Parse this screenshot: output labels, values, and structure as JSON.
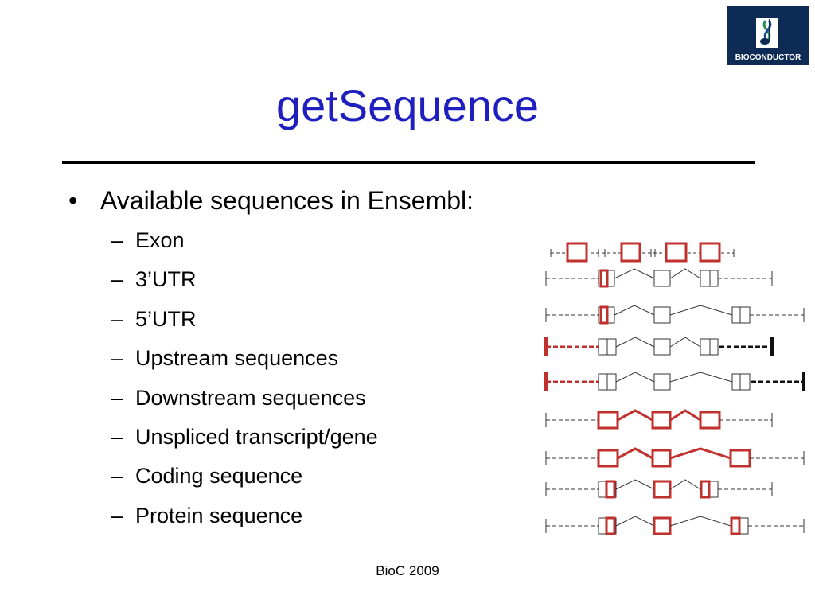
{
  "logo": {
    "text": "BIOCONDUCTOR",
    "icon": "dna-music-note-icon"
  },
  "title": "getSequence",
  "main": {
    "bullet_marker": "•",
    "dash_marker": "–",
    "heading": "Available sequences in Ensembl:",
    "items": [
      "Exon",
      "3’UTR",
      "5’UTR",
      "Upstream sequences",
      "Downstream sequences",
      "Unspliced transcript/gene",
      "Coding sequence",
      "Protein sequence"
    ]
  },
  "footer": "BioC 2009",
  "colors": {
    "title": "#1f1fbf",
    "highlight": "#c0302c",
    "logo_bg": "#0d2b55"
  }
}
